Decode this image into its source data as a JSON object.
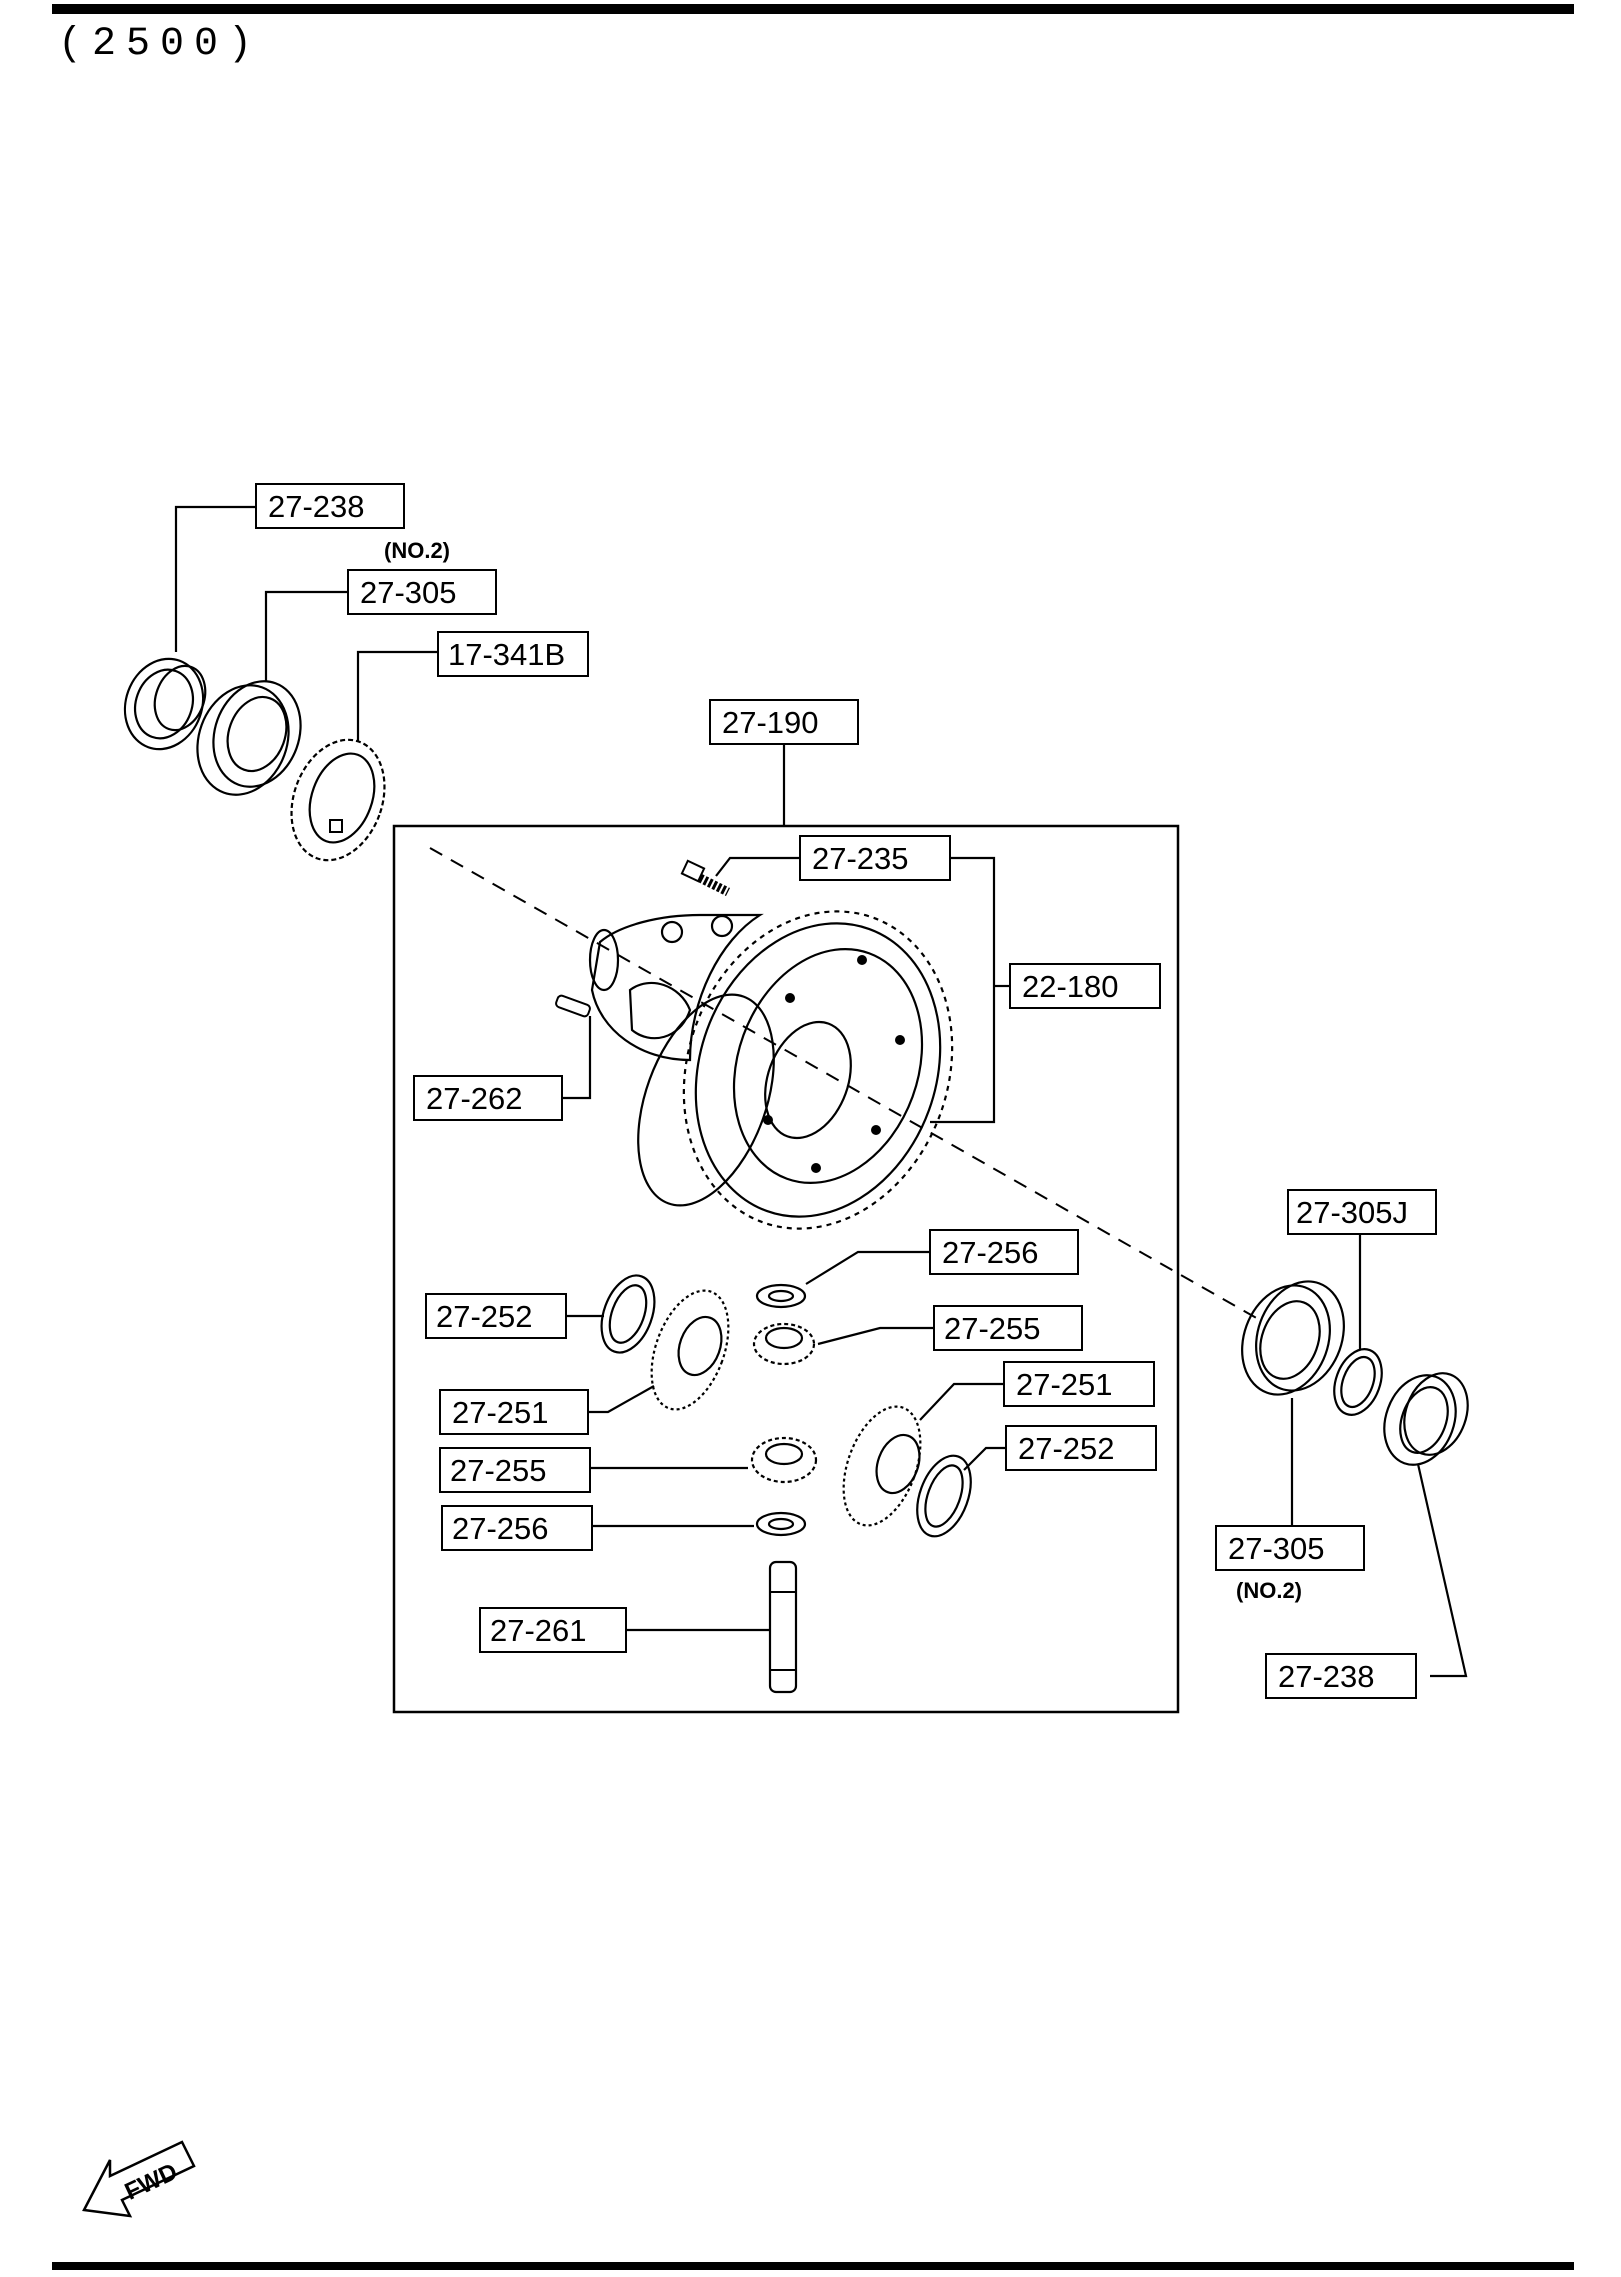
{
  "header": {
    "title": "(2500)"
  },
  "callouts": {
    "c_27_238_top": "27-238",
    "note_no2_top": "(NO.2)",
    "c_27_305_top": "27-305",
    "c_17_341B": "17-341B",
    "c_27_190": "27-190",
    "c_27_235": "27-235",
    "c_22_180": "22-180",
    "c_27_262": "27-262",
    "c_27_256_right": "27-256",
    "c_27_252_left": "27-252",
    "c_27_255_right": "27-255",
    "c_27_251_left": "27-251",
    "c_27_251_right": "27-251",
    "c_27_255_left": "27-255",
    "c_27_252_right": "27-252",
    "c_27_256_left": "27-256",
    "c_27_261": "27-261",
    "c_27_305J": "27-305J",
    "c_27_305_bottom": "27-305",
    "note_no2_bottom": "(NO.2)",
    "c_27_238_bottom": "27-238"
  },
  "direction_marker": {
    "label": "FWD"
  }
}
